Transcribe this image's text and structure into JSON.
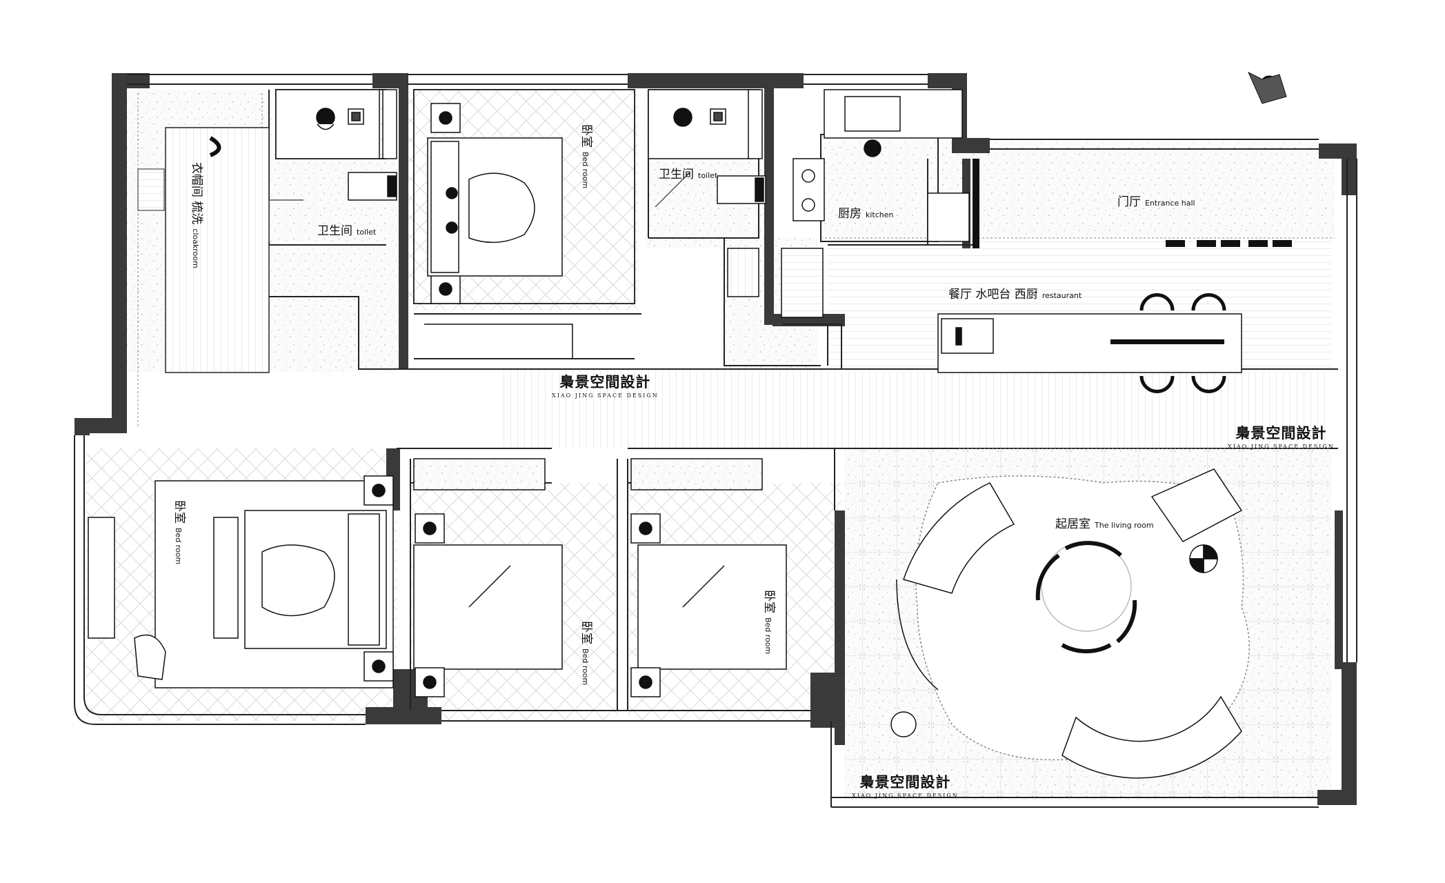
{
  "rooms": {
    "toilet_left": {
      "cn": "卫生间",
      "en": "toilet"
    },
    "toilet_mid": {
      "cn": "卫生间",
      "en": "toilet"
    },
    "cloakroom": {
      "cn": "衣帽间  梳洗",
      "en": "cloakroom"
    },
    "bedroom_top": {
      "cn": "卧室",
      "en": "Bed room"
    },
    "kitchen": {
      "cn": "厨房",
      "en": "kitchen"
    },
    "entrance": {
      "cn": "门厅",
      "en": "Entrance hall"
    },
    "dining": {
      "cn": "餐厅  水吧台  西厨",
      "en": "restaurant"
    },
    "living": {
      "cn": "起居室",
      "en": "The living room"
    },
    "bedroom_left": {
      "cn": "卧室",
      "en": "Bed room"
    },
    "bedroom_mid": {
      "cn": "卧室",
      "en": "Bed room"
    },
    "bedroom_right": {
      "cn": "卧室",
      "en": "Bed room"
    }
  },
  "logo": {
    "name": "梟景空間設計",
    "sub": "XIAO JING SPACE DESIGN"
  },
  "colors": {
    "wall": "#3a3a3a",
    "line": "#222222",
    "floor_dot": "#d6d6d6",
    "background": "#ffffff"
  }
}
